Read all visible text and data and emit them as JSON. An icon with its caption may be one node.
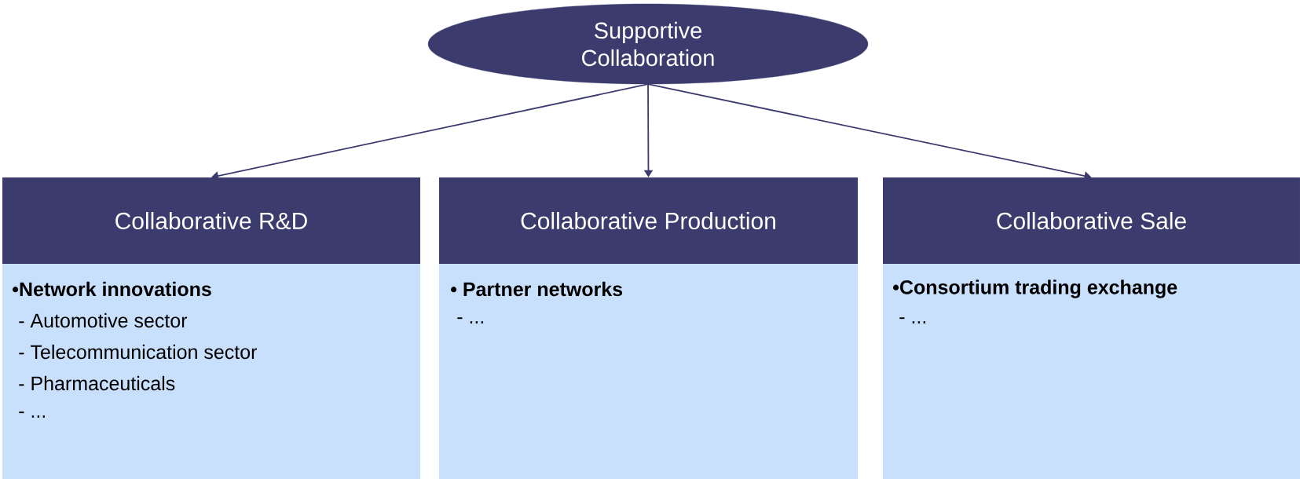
{
  "diagram": {
    "nodes": [
      {
        "text": [
          "Supportive Collaboration"
        ]
      },
      {
        "text": [
          "Collaborative R&D",
          "•Network innovations",
          "- Automotive sector",
          "- Telecommunication sector",
          "- Pharmaceuticals",
          "- ..."
        ]
      },
      {
        "text": [
          "Collaborative Production",
          "• Partner networks",
          "- ..."
        ]
      },
      {
        "text": [
          "Collaborative Sale",
          "•Consortium trading exchange",
          "- ..."
        ]
      }
    ],
    "edges": [
      {
        "from": 0,
        "to": 1,
        "arrow": "to"
      },
      {
        "from": 0,
        "to": 2,
        "arrow": "to"
      },
      {
        "from": 0,
        "to": 3,
        "arrow": "to"
      }
    ]
  }
}
